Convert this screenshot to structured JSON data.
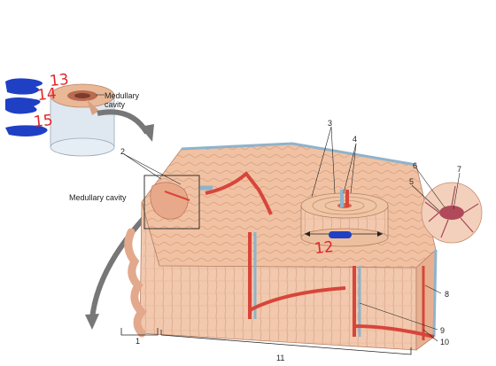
{
  "labels": {
    "medullary_cavity_top": "Medullary\ncavity",
    "medullary_cavity_main": "Medullary cavity",
    "n1": "1",
    "n2": "2",
    "n3": "3",
    "n4": "4",
    "n5": "5",
    "n6": "6",
    "n7": "7",
    "n8": "8",
    "n9": "9",
    "n10": "10",
    "n11": "11"
  },
  "handwritten": {
    "h13": "13",
    "h14": "14",
    "h15": "15",
    "h12": "12"
  },
  "colors": {
    "bone": "#f0c2a3",
    "bone_dark": "#d99b7b",
    "artery": "#d8453a",
    "vein": "#8fb3cc",
    "blue_marker": "#1f3fc4",
    "red_ink": "#e0262a"
  }
}
